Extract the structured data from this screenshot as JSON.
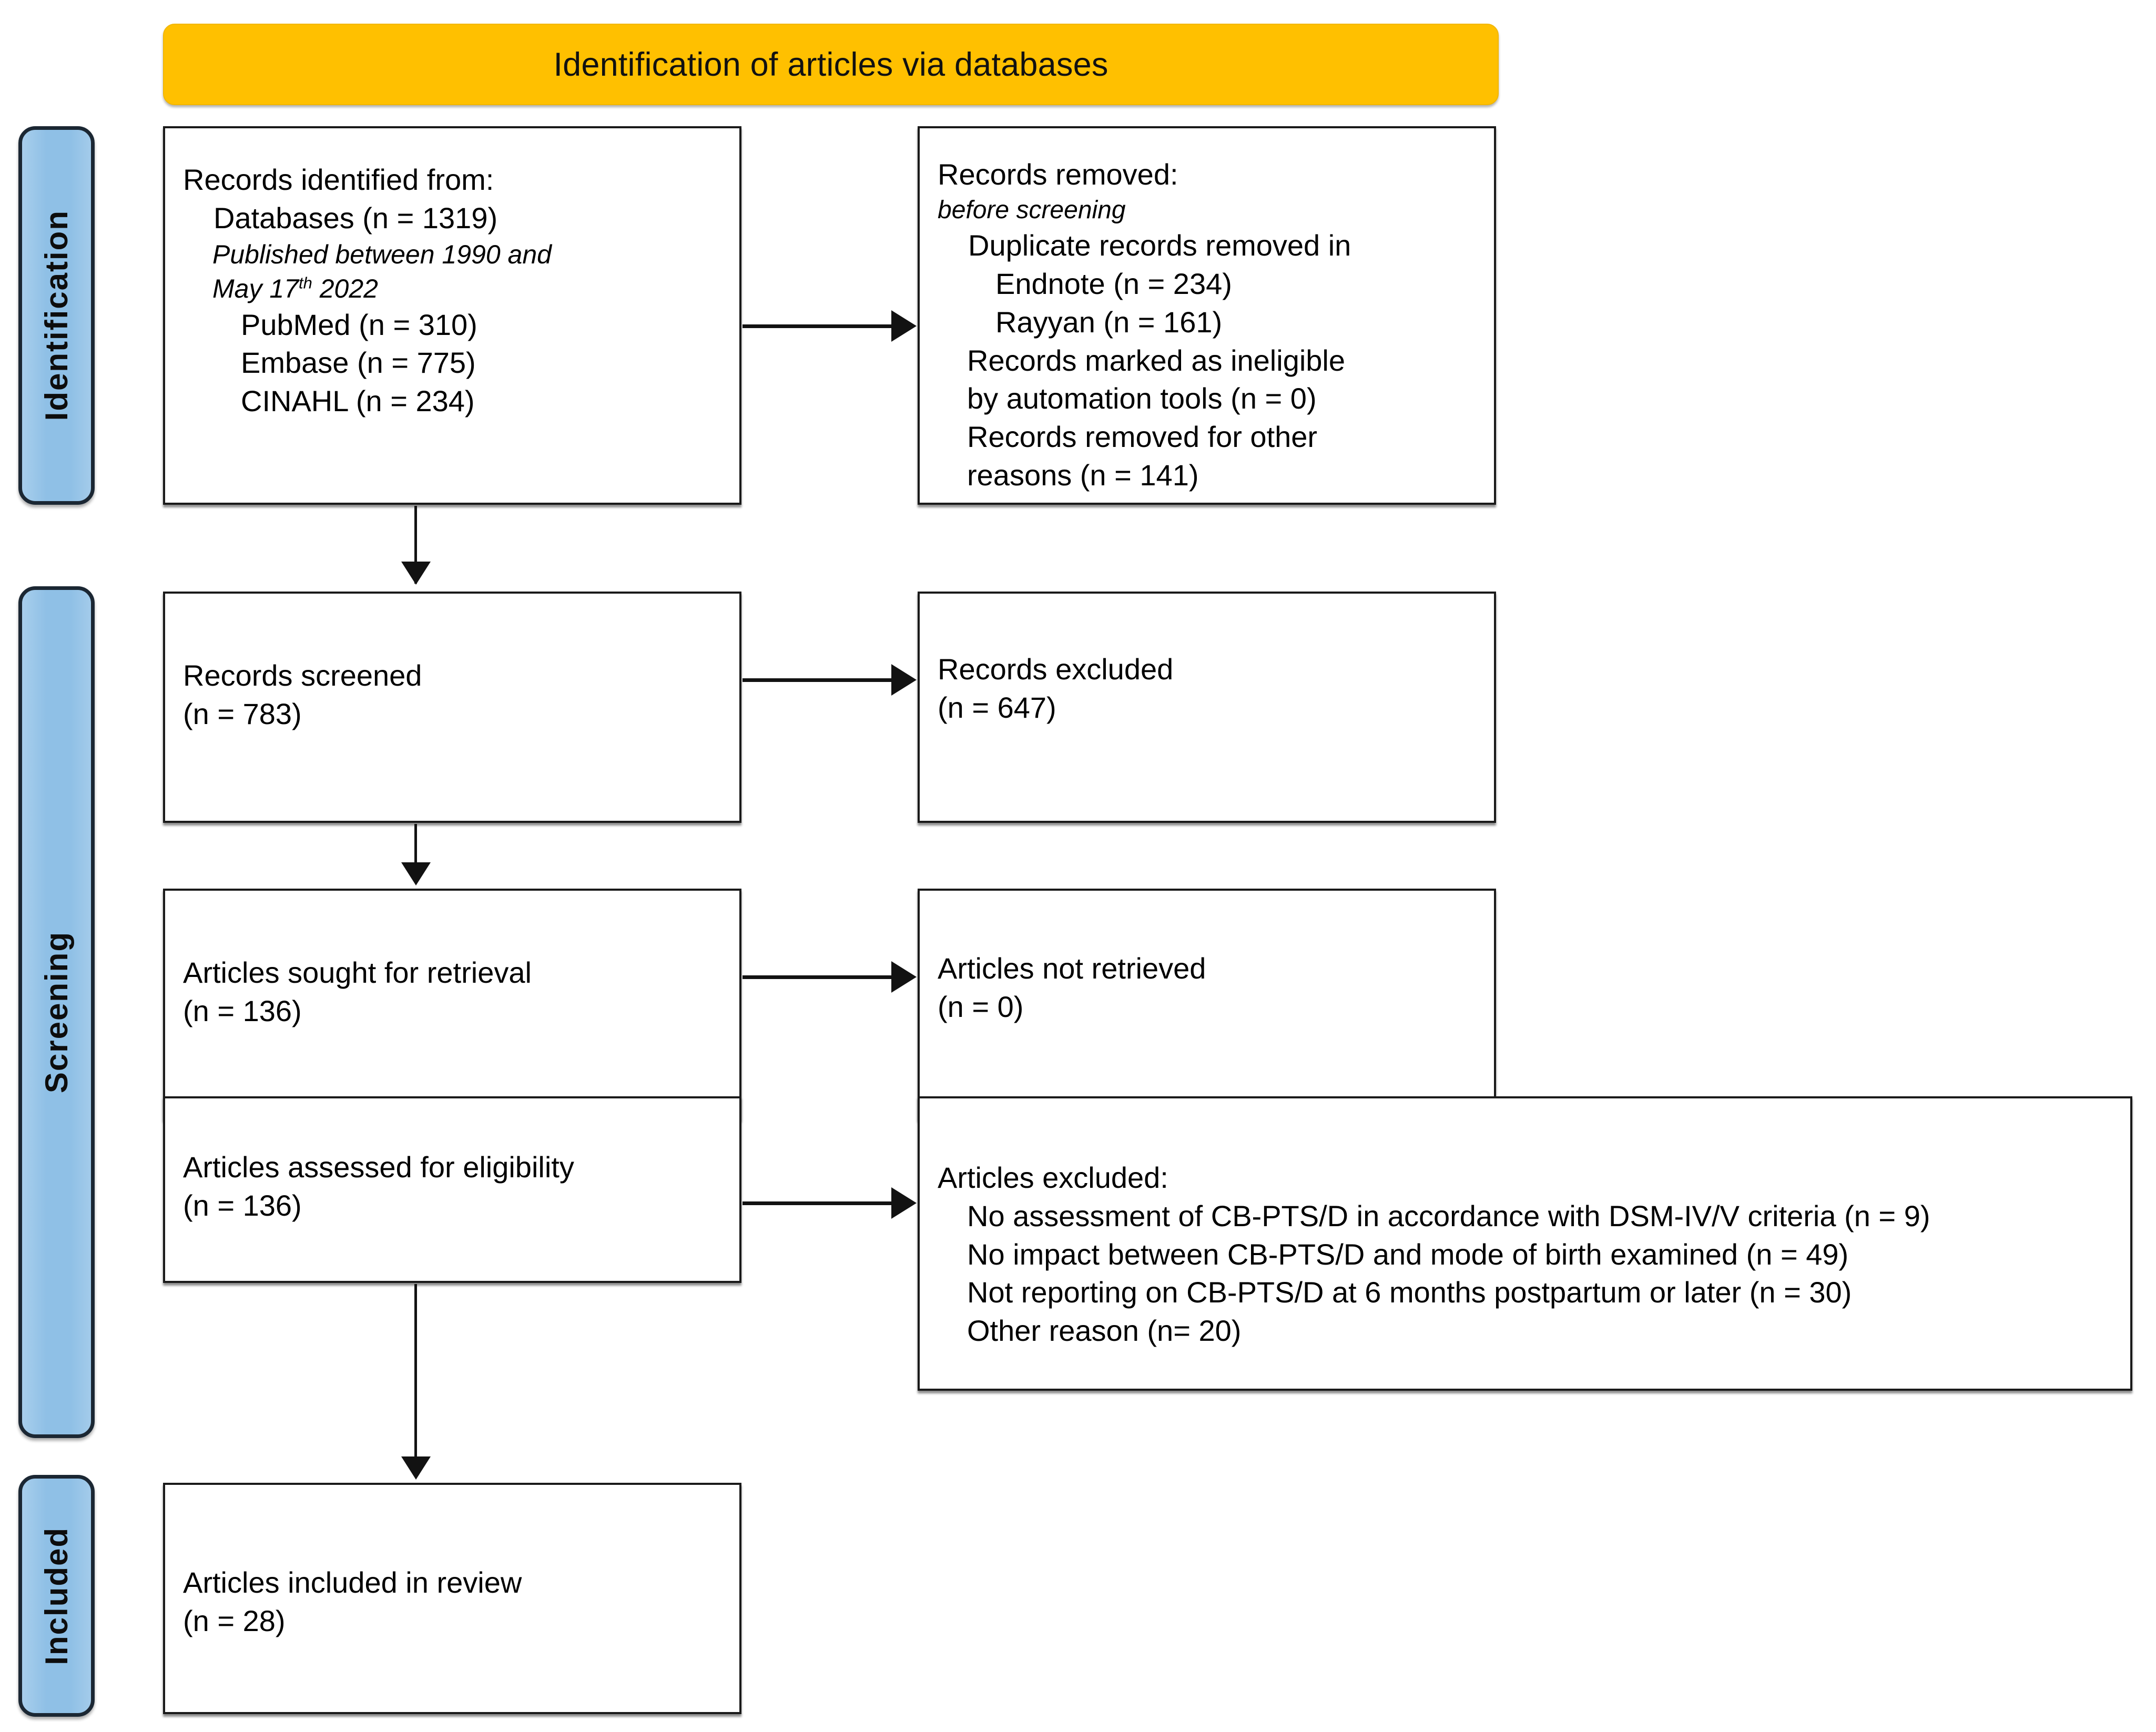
{
  "diagram": {
    "type": "prisma-flow-diagram",
    "banner_title": "Identification of articles via databases",
    "colors": {
      "banner": "#FFC000",
      "stage_sidebar": "#8FC0E6",
      "box_border": "#1a1a1a",
      "text": "#000000"
    }
  },
  "stages": [
    {
      "label": "Identification"
    },
    {
      "label": "Screening"
    },
    {
      "label": "Included"
    }
  ],
  "boxes": {
    "identified": {
      "lines": [
        "Records identified from:",
        "Databases (n = 1319)",
        "Published between 1990 and",
        "May 17",
        "th",
        " 2022",
        "PubMed (n = 310)",
        "Embase (n = 775)",
        "CINAHL (n = 234)"
      ],
      "title": "Records identified from:",
      "databases_total": "Databases (n = 1319)",
      "date_range_a": "Published between 1990 and",
      "date_range_b_pre": "May 17",
      "date_range_b_sup": "th",
      "date_range_b_post": " 2022",
      "pubmed": "PubMed (n = 310)",
      "embase": "Embase (n = 775)",
      "cinahl": "CINAHL (n = 234)"
    },
    "removed": {
      "title": "Records removed:",
      "subtitle": "before screening",
      "duplicate_label_a": "Duplicate records removed in",
      "endnote": "Endnote (n = 234)",
      "rayyan": "Rayyan (n = 161)",
      "ineligible_a": "Records marked as ineligible",
      "ineligible_b": "by automation tools (n = 0)",
      "other_a": "Records removed for other",
      "other_b": "reasons (n = 141)"
    },
    "screened": {
      "title": "Records screened",
      "count": "(n = 783)"
    },
    "excluded": {
      "title": "Records excluded",
      "count": "(n = 647)"
    },
    "sought": {
      "title": "Articles sought for retrieval",
      "count": "(n = 136)"
    },
    "not_retrieved": {
      "title": "Articles not retrieved",
      "count": "(n = 0)"
    },
    "assessed": {
      "title": "Articles assessed for eligibility",
      "count": "(n = 136)"
    },
    "articles_excluded": {
      "title": "Articles excluded:",
      "reason_1": "No assessment of CB-PTS/D in accordance with DSM-IV/V criteria (n = 9)",
      "reason_2": "No impact between CB-PTS/D and mode of birth examined (n = 49)",
      "reason_3": "Not reporting on CB-PTS/D at 6 months postpartum or later (n = 30)",
      "reason_4": "Other reason (n= 20)"
    },
    "included": {
      "title": "Articles included in review",
      "count": "(n = 28)"
    }
  },
  "chart_data": {
    "type": "table",
    "title": "Identification of articles via databases",
    "nodes": [
      {
        "stage": "Identification",
        "label": "Records identified from: Databases",
        "n": 1319
      },
      {
        "stage": "Identification",
        "label": "PubMed",
        "n": 310
      },
      {
        "stage": "Identification",
        "label": "Embase",
        "n": 775
      },
      {
        "stage": "Identification",
        "label": "CINAHL",
        "n": 234
      },
      {
        "stage": "Identification",
        "label": "Duplicate records removed in Endnote",
        "n": 234
      },
      {
        "stage": "Identification",
        "label": "Duplicate records removed in Rayyan",
        "n": 161
      },
      {
        "stage": "Identification",
        "label": "Records marked as ineligible by automation tools",
        "n": 0
      },
      {
        "stage": "Identification",
        "label": "Records removed for other reasons",
        "n": 141
      },
      {
        "stage": "Screening",
        "label": "Records screened",
        "n": 783
      },
      {
        "stage": "Screening",
        "label": "Records excluded",
        "n": 647
      },
      {
        "stage": "Screening",
        "label": "Articles sought for retrieval",
        "n": 136
      },
      {
        "stage": "Screening",
        "label": "Articles not retrieved",
        "n": 0
      },
      {
        "stage": "Screening",
        "label": "Articles assessed for eligibility",
        "n": 136
      },
      {
        "stage": "Screening",
        "label": "Articles excluded: No assessment of CB-PTS/D in accordance with DSM-IV/V criteria",
        "n": 9
      },
      {
        "stage": "Screening",
        "label": "Articles excluded: No impact between CB-PTS/D and mode of birth examined",
        "n": 49
      },
      {
        "stage": "Screening",
        "label": "Articles excluded: Not reporting on CB-PTS/D at 6 months postpartum or later",
        "n": 30
      },
      {
        "stage": "Screening",
        "label": "Articles excluded: Other reason",
        "n": 20
      },
      {
        "stage": "Included",
        "label": "Articles included in review",
        "n": 28
      }
    ]
  }
}
